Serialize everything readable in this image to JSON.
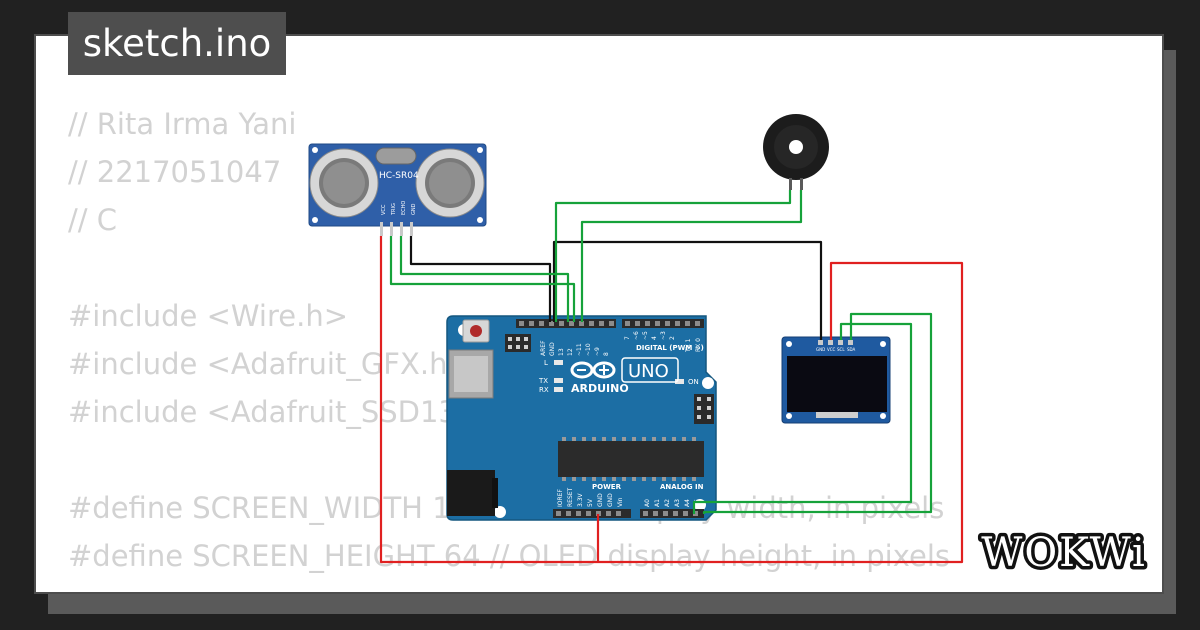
{
  "tab": {
    "title": "sketch.ino"
  },
  "code": {
    "lines": [
      "// Rita Irma Yani",
      "// 2217051047",
      "// C",
      "",
      "#include <Wire.h>",
      "#include <Adafruit_GFX.h>",
      "#include <Adafruit_SSD1306.h>",
      "",
      "#define SCREEN_WIDTH 128 // OLED display width, in pixels",
      "#define SCREEN_HEIGHT 64 // OLED display height, in pixels"
    ]
  },
  "sensor": {
    "name": "HC-SR04",
    "pins": [
      "VCC",
      "TRIG",
      "ECHO",
      "GND"
    ]
  },
  "arduino": {
    "brand": "ARDUINO",
    "model": "UNO",
    "digital_header": "DIGITAL (PWM ~)",
    "power_header": "POWER",
    "analog_header": "ANALOG IN",
    "top_pins": [
      "AREF",
      "GND",
      "13",
      "12",
      "~11",
      "~10",
      "~9",
      "8",
      "7",
      "~6",
      "~5",
      "4",
      "~3",
      "2",
      "TX 1",
      "RX 0"
    ],
    "bottom_pins": [
      "IOREF",
      "RESET",
      "3.3V",
      "5V",
      "GND",
      "GND",
      "Vin",
      "A0",
      "A1",
      "A2",
      "A3",
      "A4",
      "A5"
    ],
    "leds": [
      "L",
      "TX",
      "RX"
    ],
    "on_label": "ON"
  },
  "oled": {
    "pins": [
      "GND",
      "VCC",
      "SCL",
      "SDA"
    ]
  },
  "logo": {
    "text": "WOKWi"
  },
  "colors": {
    "background": "#212121",
    "card": "#ffffff",
    "tab": "#4e4e4e",
    "code_text": "#d2d2d2",
    "board": "#1c6ea4",
    "sensor_board": "#2f5fa8",
    "oled_board": "#1f5aa0",
    "wire_red": "#e02020",
    "wire_green": "#16a23a",
    "wire_black": "#111111"
  }
}
